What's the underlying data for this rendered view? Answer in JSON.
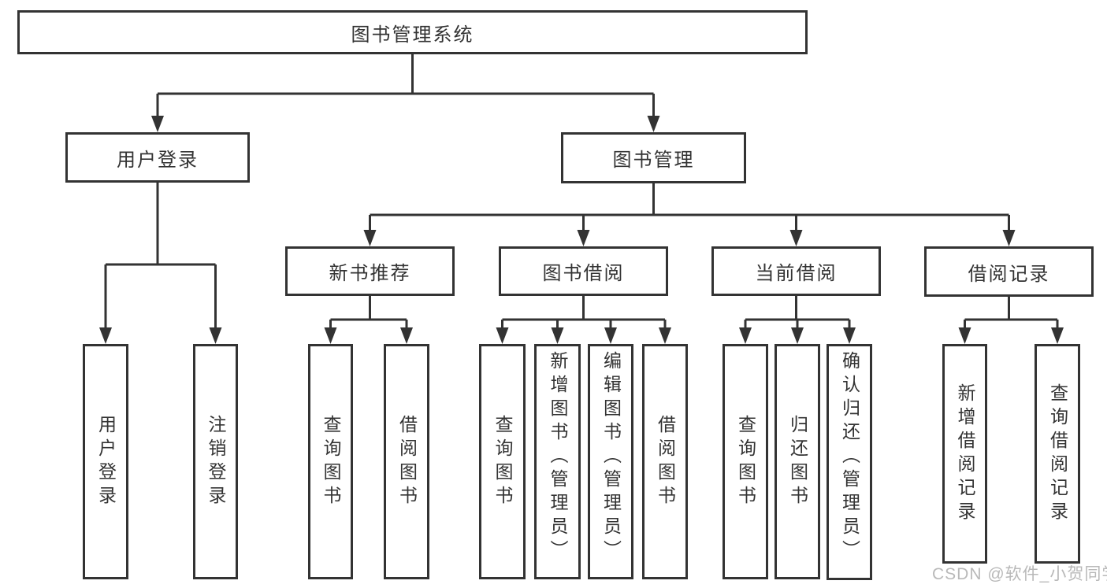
{
  "nodes": {
    "root": "图书管理系统",
    "user_login": "用户登录",
    "book_management": "图书管理",
    "new_book_recommend": "新书推荐",
    "book_borrow": "图书借阅",
    "current_borrow": "当前借阅",
    "borrow_records": "借阅记录",
    "leaf_user_login": "用户登录",
    "leaf_logout": "注销登录",
    "rec_query_books": "查询图书",
    "rec_borrow_books": "借阅图书",
    "bor_query_books": "查询图书",
    "bor_add_books_admin": "新增图书（管理员）",
    "bor_edit_books_admin": "编辑图书（管理员）",
    "bor_borrow_books": "借阅图书",
    "cur_query_books": "查询图书",
    "cur_return_books": "归还图书",
    "cur_confirm_return_admin": "确认归还（管理员）",
    "rd_add_borrow_record": "新增借阅记录",
    "rd_query_borrow_record": "查询借阅记录"
  },
  "watermark": "CSDN @软件_小贺同学",
  "colors": {
    "line": "#333333",
    "text": "#333333",
    "watermark": "#b9b9b9",
    "background": "#ffffff"
  }
}
